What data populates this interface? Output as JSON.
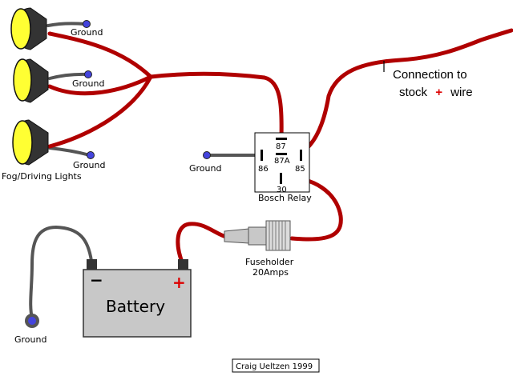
{
  "labels": {
    "ground_light1": "Ground",
    "ground_light2": "Ground",
    "ground_light3": "Ground",
    "ground_relay": "Ground",
    "ground_battery": "Ground",
    "lights_caption": "Fog/Driving Lights",
    "connection_line1": "Connection to",
    "connection_line2_pre": "stock",
    "connection_plus": "+",
    "connection_line2_post": "wire",
    "relay_name": "Bosch Relay",
    "pin_87": "87",
    "pin_87a": "87A",
    "pin_86": "86",
    "pin_85": "85",
    "pin_30": "30",
    "fuse_line1": "Fuseholder",
    "fuse_line2": "20Amps",
    "battery_label": "Battery",
    "battery_minus": "−",
    "battery_plus": "+",
    "credit": "Craig Ueltzen 1999"
  },
  "colors": {
    "wire_positive": "#b00000",
    "wire_ground": "#555555",
    "lamp_lens": "#ffff33",
    "ground_dot": "#4444dd",
    "battery_body": "#c8c8c8",
    "plus_sign": "#dd0000"
  }
}
